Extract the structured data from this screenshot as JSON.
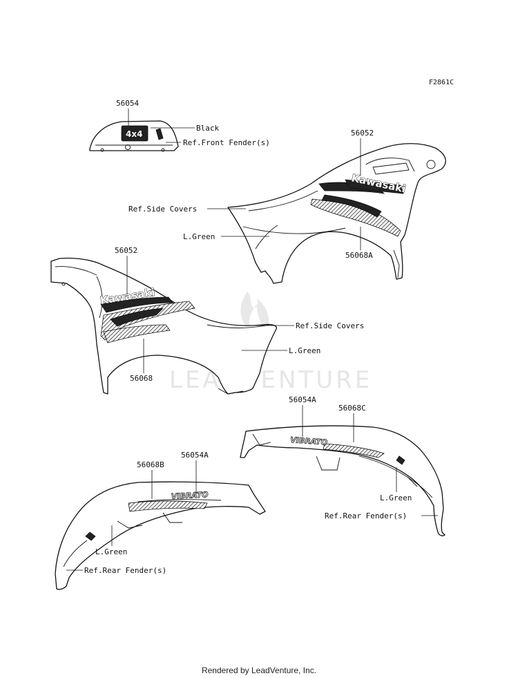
{
  "figure_code": "F2861C",
  "watermark": "LEADVENTURE",
  "footer": "Rendered by LeadVenture, Inc.",
  "callouts": {
    "p56054": "56054",
    "black": "Black",
    "ref_front_fender_1": "Ref.Front Fender(s)",
    "p56052_top": "56052",
    "ref_side_covers_1": "Ref.Side Covers",
    "lgreen_1": "L.Green",
    "p56068A": "56068A",
    "p56052_left": "56052",
    "ref_side_covers_2": "Ref.Side Covers",
    "lgreen_2": "L.Green",
    "p56068": "56068",
    "p56054A_right": "56054A",
    "p56068C": "56068C",
    "lgreen_3": "L.Green",
    "ref_rear_fender_1": "Ref.Rear Fender(s)",
    "p56068B": "56068B",
    "p56054A_left": "56054A",
    "lgreen_4": "L.Green",
    "ref_rear_fender_2": "Ref.Rear Fender(s)"
  },
  "decal_text": {
    "brand": "Kawasaki",
    "model": "VIBRATO",
    "badge": "4x4"
  }
}
